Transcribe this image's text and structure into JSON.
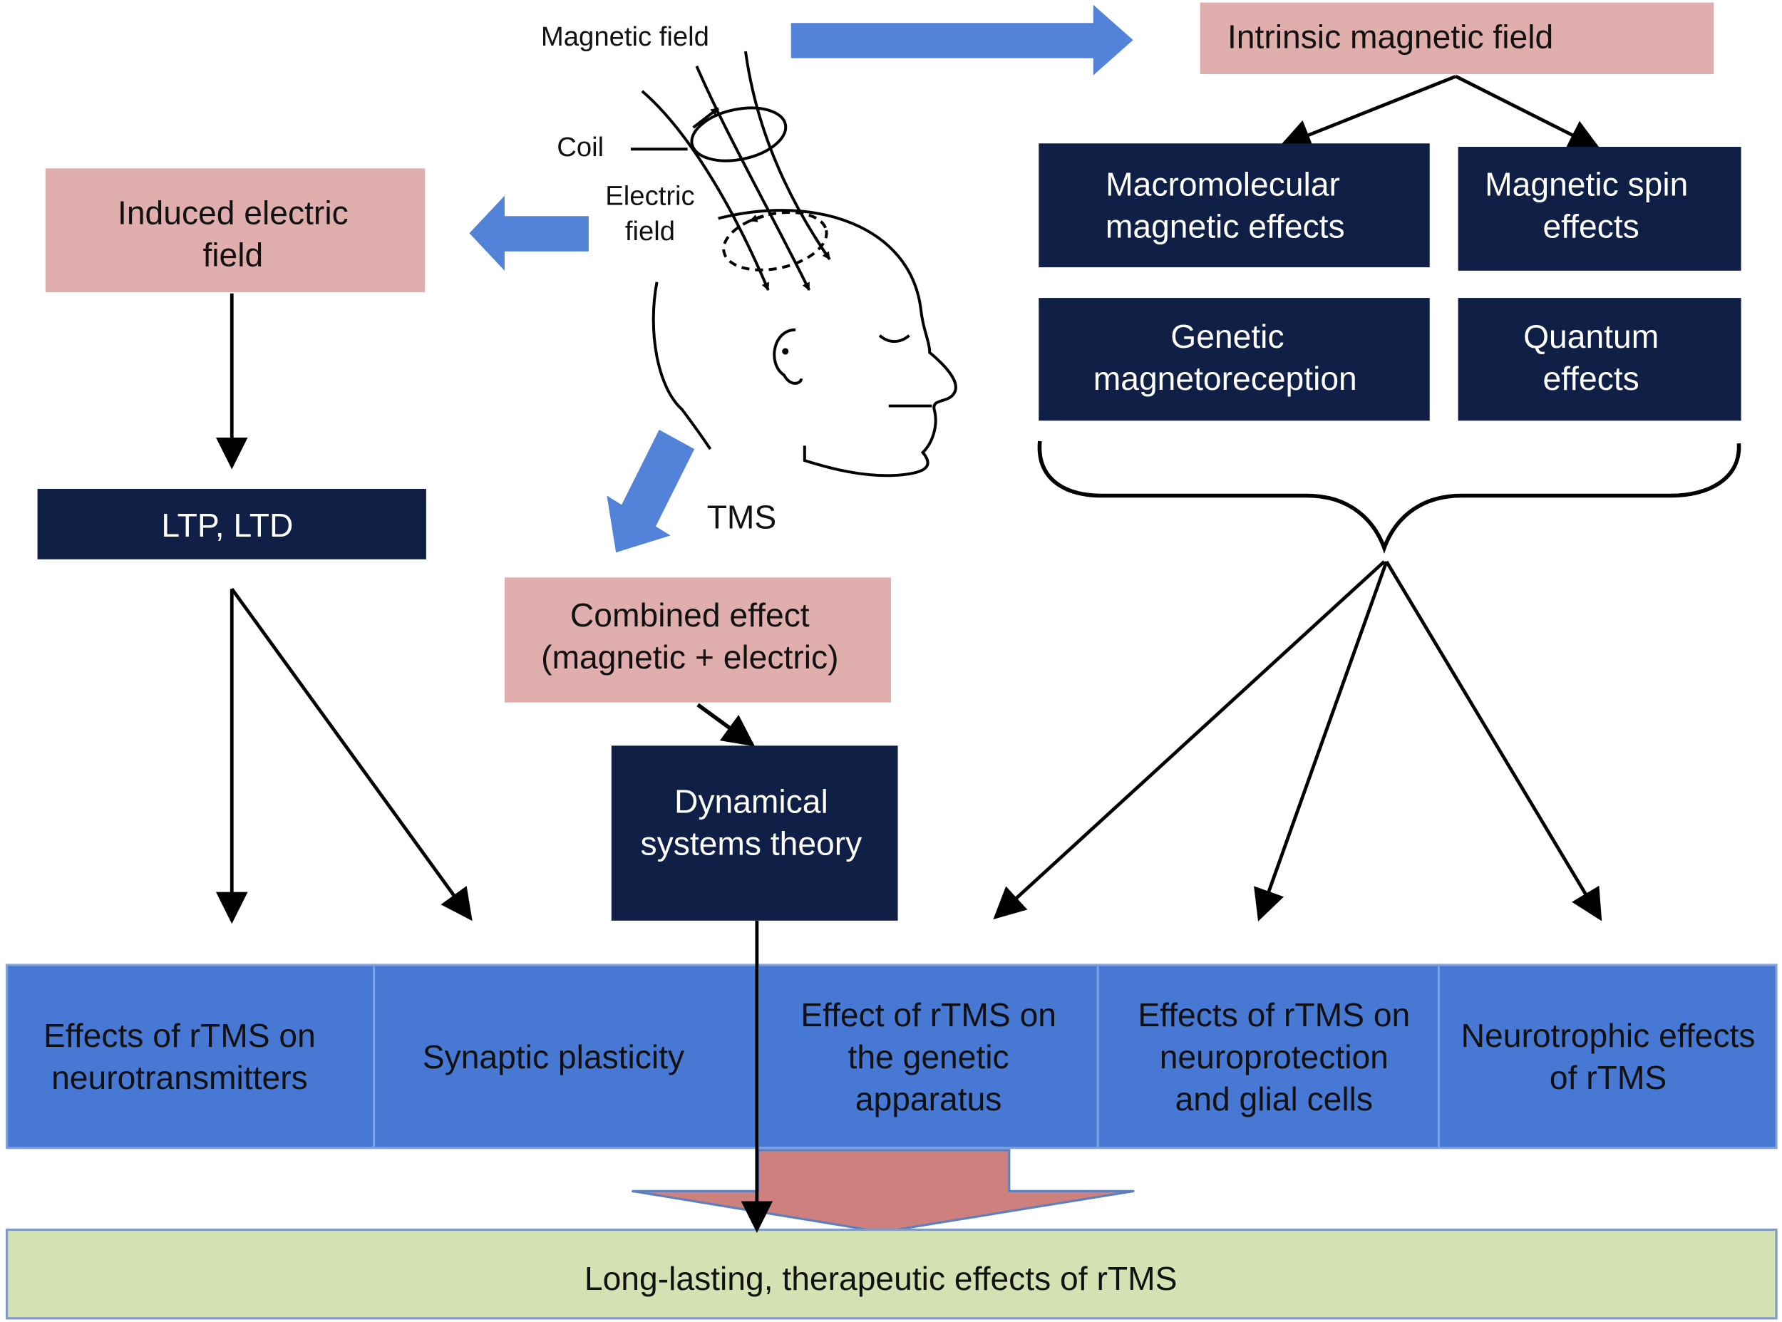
{
  "colors": {
    "pink_box": "#e0aeac",
    "navy_box": "#101f45",
    "blue_band": "#4778d4",
    "blue_arrow": "#5283d8",
    "green_band": "#d4e2b3",
    "big_arrow": "#cd807e"
  },
  "tms_illustration": {
    "magnetic_field_label": "Magnetic field",
    "coil_label": "Coil",
    "electric_field_label_line1": "Electric",
    "electric_field_label_line2": "field",
    "tms_label": "TMS"
  },
  "left_branch": {
    "induced_electric_field": [
      "Induced electric",
      "field"
    ],
    "ltp_ltd": "LTP, LTD"
  },
  "center_branch": {
    "combined_effect": [
      "Combined effect",
      "(magnetic + electric)"
    ],
    "dynamical_systems": [
      "Dynamical",
      "systems theory"
    ]
  },
  "right_branch": {
    "intrinsic_magnetic_field": "Intrinsic magnetic field",
    "mechanisms": [
      [
        "Macromolecular",
        "magnetic effects"
      ],
      [
        "Magnetic spin",
        "effects"
      ],
      [
        "Genetic",
        "magnetoreception"
      ],
      [
        "Quantum",
        "effects"
      ]
    ]
  },
  "effects_band": [
    [
      "Effects of rTMS on",
      "neurotransmitters"
    ],
    [
      "Synaptic plasticity"
    ],
    [
      "Effect of rTMS on",
      "the genetic",
      "apparatus"
    ],
    [
      "Effects of rTMS on",
      "neuroprotection",
      "and glial cells"
    ],
    [
      "Neurotrophic effects",
      "of rTMS"
    ]
  ],
  "outcome": "Long-lasting, therapeutic effects of rTMS"
}
